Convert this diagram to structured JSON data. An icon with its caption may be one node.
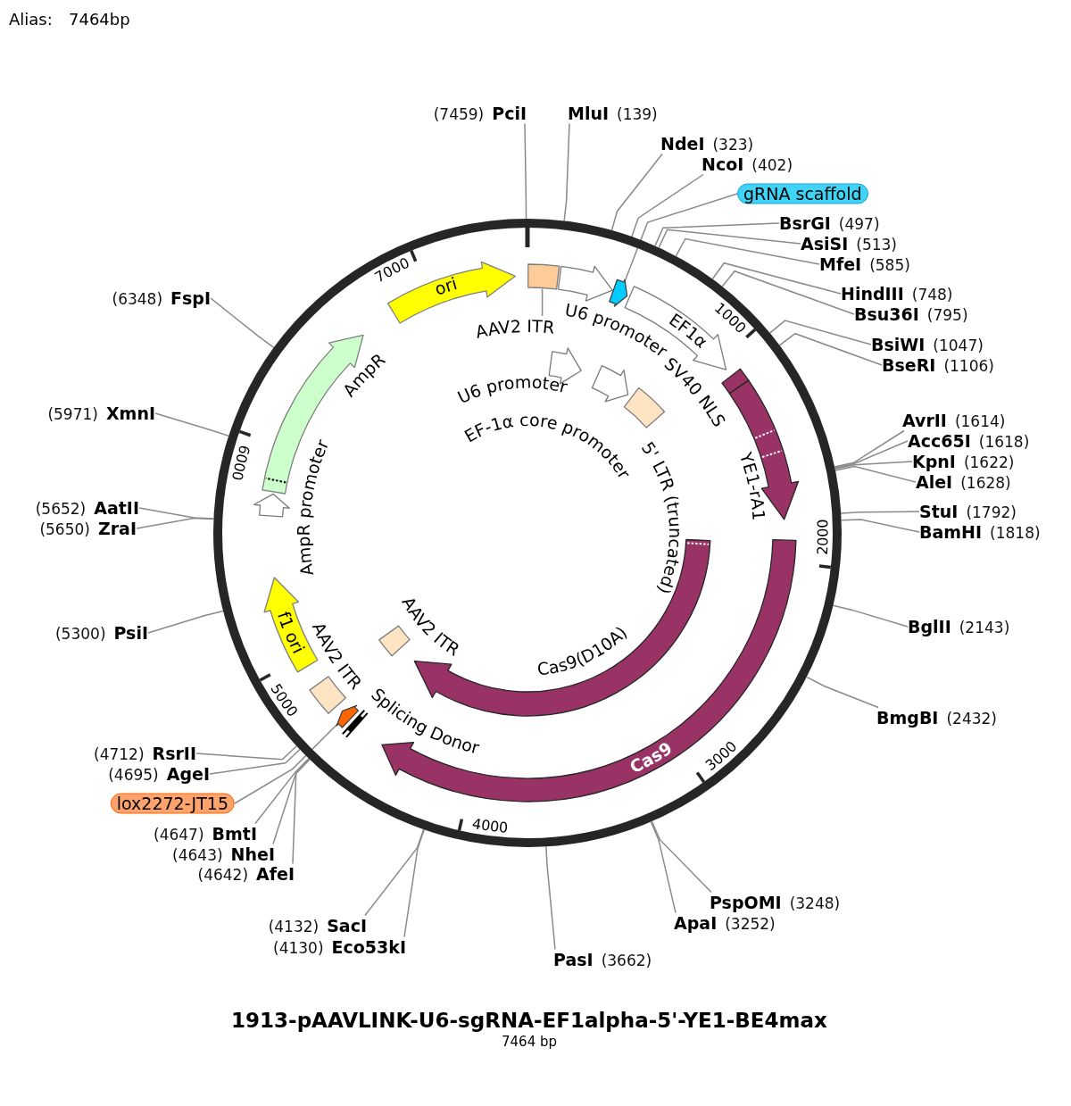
{
  "diagram": {
    "title": "1913-pAAVLINK-U6-sgRNA-EF1alpha-5'-YE1-BE4max",
    "nodes": [
      {
        "text": [
          "PciI"
        ],
        "beside": [
          "(7459)"
        ]
      },
      {
        "text": [
          "MluI"
        ],
        "beside": [
          "(139)"
        ]
      },
      {
        "text": [
          "NdeI"
        ],
        "beside": [
          "(323)"
        ]
      },
      {
        "text": [
          "NcoI"
        ],
        "beside": [
          "(402)"
        ]
      },
      {
        "text": [
          "gRNA scaffold"
        ]
      },
      {
        "text": [
          "BsrGI"
        ],
        "beside": [
          "(497)"
        ]
      },
      {
        "text": [
          "AsiSI"
        ],
        "beside": [
          "(513)"
        ]
      },
      {
        "text": [
          "MfeI"
        ],
        "beside": [
          "(585)"
        ]
      },
      {
        "text": [
          "HindIII"
        ],
        "beside": [
          "(748)"
        ]
      },
      {
        "text": [
          "Bsu36I"
        ],
        "beside": [
          "(795)"
        ]
      },
      {
        "text": [
          "BsiWI"
        ],
        "beside": [
          "(1047)"
        ]
      },
      {
        "text": [
          "BseRI"
        ],
        "beside": [
          "(1106)"
        ]
      },
      {
        "text": [
          "AvrII"
        ],
        "beside": [
          "(1614)"
        ]
      },
      {
        "text": [
          "Acc65I"
        ],
        "beside": [
          "(1618)"
        ]
      },
      {
        "text": [
          "KpnI"
        ],
        "beside": [
          "(1622)"
        ]
      },
      {
        "text": [
          "AleI"
        ],
        "beside": [
          "(1628)"
        ]
      },
      {
        "text": [
          "StuI"
        ],
        "beside": [
          "(1792)"
        ]
      },
      {
        "text": [
          "BamHI"
        ],
        "beside": [
          "(1818)"
        ]
      },
      {
        "text": [
          "BglII"
        ],
        "beside": [
          "(2143)"
        ]
      },
      {
        "text": [
          "BmgBI"
        ],
        "beside": [
          "(2432)"
        ]
      },
      {
        "text": [
          "PspOMI"
        ],
        "beside": [
          "(3248)"
        ]
      },
      {
        "text": [
          "ApaI"
        ],
        "beside": [
          "(3252)"
        ]
      },
      {
        "text": [
          "PasI"
        ],
        "beside": [
          "(3662)"
        ]
      },
      {
        "text": [
          "FspI"
        ],
        "beside": [
          "(6348)"
        ]
      },
      {
        "text": [
          "XmnI"
        ],
        "beside": [
          "(5971)"
        ]
      },
      {
        "text": [
          "AatII"
        ],
        "beside": [
          "(5652)"
        ]
      },
      {
        "text": [
          "ZraI"
        ],
        "beside": [
          "(5650)"
        ]
      },
      {
        "text": [
          "PsiI"
        ],
        "beside": [
          "(5300)"
        ]
      },
      {
        "text": [
          "RsrII"
        ],
        "beside": [
          "(4712)"
        ]
      },
      {
        "text": [
          "AgeI"
        ],
        "beside": [
          "(4695)"
        ]
      },
      {
        "text": [
          "lox2272-JT15"
        ]
      },
      {
        "text": [
          "BmtI"
        ],
        "beside": [
          "(4647)"
        ]
      },
      {
        "text": [
          "NheI"
        ],
        "beside": [
          "(4643)"
        ]
      },
      {
        "text": [
          "AfeI"
        ],
        "beside": [
          "(4642)"
        ]
      },
      {
        "text": [
          "SacI"
        ],
        "beside": [
          "(4132)"
        ]
      },
      {
        "text": [
          "Eco53kI"
        ],
        "beside": [
          "(4130)"
        ]
      },
      {
        "text": [],
        "shape": "box"
      },
      {
        "text": [
          "AAV2 ITR"
        ]
      },
      {
        "text": [
          "U6 promoter"
        ]
      },
      {
        "text": [],
        "shape": "arrow"
      },
      {
        "text": [
          "EF1α"
        ]
      },
      {
        "text": [
          "SV40 NLS"
        ]
      },
      {
        "text": [
          "YE1-rA1"
        ]
      },
      {
        "text": [
          "Cas9"
        ]
      },
      {
        "text": [
          "Splicing Donor"
        ]
      },
      {
        "text": [],
        "shape": "arrow"
      },
      {
        "text": [
          "AAV2 ITR"
        ]
      },
      {
        "text": [
          "f1 ori"
        ]
      },
      {
        "text": [
          "AmpR promoter"
        ]
      },
      {
        "text": [
          "AmpR"
        ]
      },
      {
        "text": [
          "ori"
        ]
      },
      {
        "text": [
          "U6 promoter"
        ]
      },
      {
        "text": [
          "EF-1α core promoter"
        ]
      },
      {
        "text": [
          "5' LTR (truncated)"
        ]
      },
      {
        "text": [
          "Cas9(D10A)"
        ]
      },
      {
        "text": [
          "AAV2 ITR"
        ]
      }
    ],
    "edges": [
      {
        "from": 0,
        "to": null,
        "arrow": "none"
      },
      {
        "from": 1,
        "to": null,
        "arrow": "none"
      },
      {
        "from": 2,
        "to": null,
        "arrow": "none"
      },
      {
        "from": 3,
        "to": null,
        "arrow": "none"
      },
      {
        "from": 5,
        "to": null,
        "arrow": "none"
      },
      {
        "from": 6,
        "to": null,
        "arrow": "none"
      },
      {
        "from": 7,
        "to": null,
        "arrow": "none"
      },
      {
        "from": 8,
        "to": null,
        "arrow": "none"
      },
      {
        "from": 9,
        "to": null,
        "arrow": "none"
      },
      {
        "from": 10,
        "to": null,
        "arrow": "none"
      },
      {
        "from": 11,
        "to": null,
        "arrow": "none"
      },
      {
        "from": 12,
        "to": null,
        "arrow": "none"
      },
      {
        "from": 13,
        "to": null,
        "arrow": "none"
      },
      {
        "from": 14,
        "to": null,
        "arrow": "none"
      },
      {
        "from": 15,
        "to": null,
        "arrow": "none"
      },
      {
        "from": 16,
        "to": null,
        "arrow": "none"
      },
      {
        "from": 17,
        "to": null,
        "arrow": "none"
      },
      {
        "from": 18,
        "to": null,
        "arrow": "none"
      },
      {
        "from": 19,
        "to": null,
        "arrow": "none"
      },
      {
        "from": 20,
        "to": null,
        "arrow": "none"
      },
      {
        "from": 21,
        "to": null,
        "arrow": "none"
      },
      {
        "from": 22,
        "to": null,
        "arrow": "none"
      },
      {
        "from": 23,
        "to": null,
        "arrow": "none"
      },
      {
        "from": 24,
        "to": null,
        "arrow": "none"
      },
      {
        "from": 25,
        "to": null,
        "arrow": "none"
      },
      {
        "from": 26,
        "to": null,
        "arrow": "none"
      },
      {
        "from": 27,
        "to": null,
        "arrow": "none"
      },
      {
        "from": 28,
        "to": null,
        "arrow": "none"
      },
      {
        "from": 29,
        "to": null,
        "arrow": "none"
      },
      {
        "from": 31,
        "to": null,
        "arrow": "none"
      },
      {
        "from": 32,
        "to": null,
        "arrow": "none"
      },
      {
        "from": 33,
        "to": null,
        "arrow": "none"
      },
      {
        "from": 34,
        "to": null,
        "arrow": "none"
      },
      {
        "from": 35,
        "to": null,
        "arrow": "none"
      },
      {
        "from": 4,
        "to": 39,
        "arrow": "none"
      },
      {
        "from": 30,
        "to": 45,
        "arrow": "none"
      },
      {
        "from": 37,
        "to": 36,
        "arrow": "none"
      }
    ],
    "labels": [
      "Alias:",
      "7464bp",
      "7000",
      "1000",
      "6000",
      "2000",
      "5000",
      "3000",
      "4000",
      "7464 bp"
    ]
  }
}
